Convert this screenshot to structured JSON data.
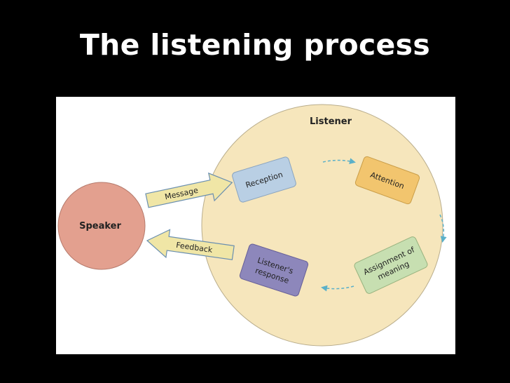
{
  "slide": {
    "title": "The listening process"
  },
  "diagram": {
    "listener_label": "Listener",
    "speaker_label": "Speaker",
    "arrows": {
      "message": "Message",
      "feedback": "Feedback"
    },
    "steps": {
      "reception": "Reception",
      "attention": "Attention",
      "assignment_line1": "Assignment of",
      "assignment_line2": "meaning",
      "response_line1": "Listener's",
      "response_line2": "response"
    },
    "colors": {
      "listener_circle": "#f6e6bc",
      "speaker_circle": "#e3a08f",
      "reception_box": "#b9cfe4",
      "attention_box": "#f2c56e",
      "assignment_box": "#c7dfb1",
      "response_box": "#8d87bb",
      "arrow_fill": "#f0e6a6",
      "cycle_arrows": "#5ab0c9"
    }
  }
}
